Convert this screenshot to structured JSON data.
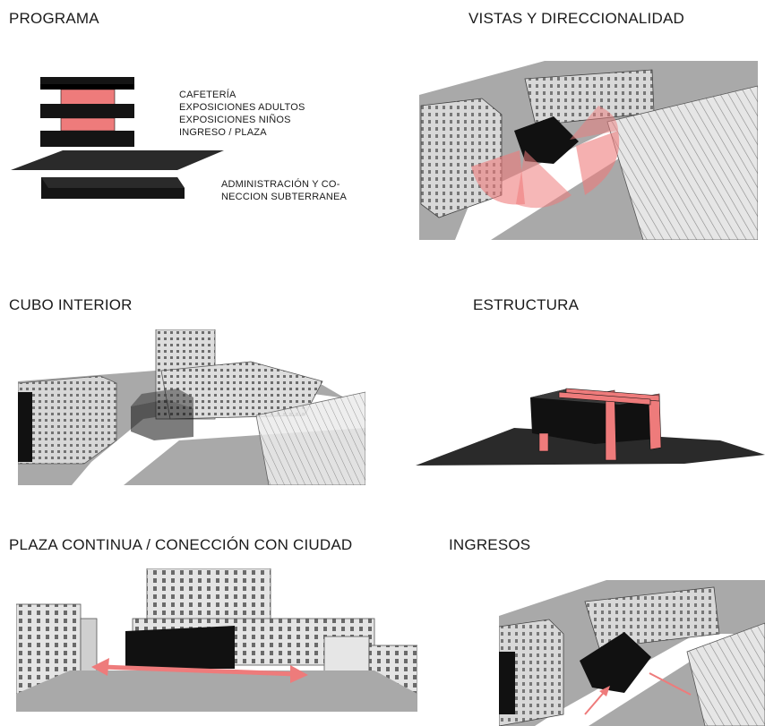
{
  "panels": {
    "programa": {
      "title": "PROGRAMA",
      "floors": [
        "CAFETERÍA",
        "EXPOSICIONES ADULTOS",
        "EXPOSICIONES NIÑOS",
        "INGRESO / PLAZA"
      ],
      "basement_line1": "ADMINISTRACIÓN Y CO-",
      "basement_line2": "NECCION SUBTERRANEA"
    },
    "vistas": {
      "title": "VISTAS Y DIRECCIONALIDAD"
    },
    "cubo": {
      "title": "CUBO INTERIOR"
    },
    "estructura": {
      "title": "ESTRUCTURA"
    },
    "plaza": {
      "title": "PLAZA CONTINUA / CONECCIÓN CON CIUDAD"
    },
    "ingresos": {
      "title": "INGRESOS"
    }
  },
  "colors": {
    "accent_red": "#ee7b7b",
    "massing_black": "#141414",
    "context_gray": "#bdbdbd",
    "ground_gray": "#9a9a9a"
  }
}
